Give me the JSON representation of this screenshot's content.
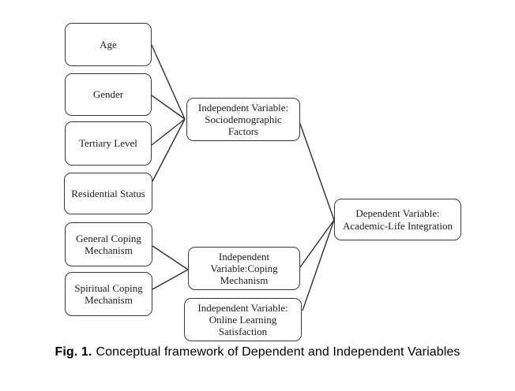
{
  "figure": {
    "caption": {
      "prefix": "Fig. 1.",
      "text": "Conceptual framework of Dependent and Independent Variables"
    },
    "nodes": {
      "age": {
        "label": [
          "Age"
        ]
      },
      "gender": {
        "label": [
          "Gender"
        ]
      },
      "tertiary": {
        "label": [
          "Tertiary Level"
        ]
      },
      "residential": {
        "label": [
          "Residential Status"
        ]
      },
      "general_coping": {
        "label": [
          "General Coping",
          "Mechanism"
        ]
      },
      "spiritual_coping": {
        "label": [
          "Spiritual Coping",
          "Mechanism"
        ]
      },
      "sociodemographic": {
        "label": [
          "Independent Variable:",
          "Sociodemographic",
          "Factors"
        ]
      },
      "coping": {
        "label": [
          "Independent",
          "Variable:Coping",
          "Mechanism"
        ]
      },
      "online_learning": {
        "label": [
          "Independent Variable:",
          "Online Learning",
          "Satisfaction"
        ]
      },
      "dependent": {
        "label": [
          "Dependent Variable:",
          "Academic-Life Integration"
        ]
      }
    },
    "edges": [
      {
        "from": "age",
        "to": "sociodemographic"
      },
      {
        "from": "gender",
        "to": "sociodemographic"
      },
      {
        "from": "tertiary",
        "to": "sociodemographic"
      },
      {
        "from": "residential",
        "to": "sociodemographic"
      },
      {
        "from": "general_coping",
        "to": "coping"
      },
      {
        "from": "spiritual_coping",
        "to": "coping"
      },
      {
        "from": "sociodemographic",
        "to": "dependent"
      },
      {
        "from": "coping",
        "to": "dependent"
      },
      {
        "from": "online_learning",
        "to": "dependent"
      }
    ],
    "colors": {
      "box_border": "#3a3a3a",
      "line": "#2e2e2e",
      "text": "#1b1b1b",
      "background": "#ffffff"
    }
  }
}
